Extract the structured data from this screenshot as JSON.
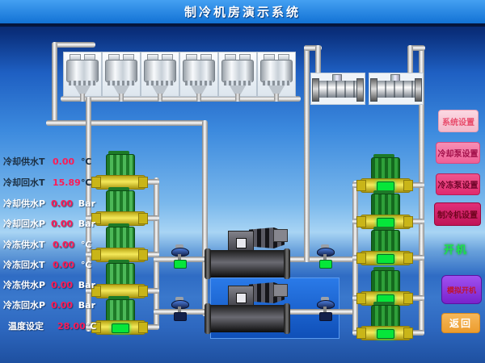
{
  "header": {
    "title": "制冷机房演示系统"
  },
  "readouts": [
    {
      "label": "冷却供水T",
      "value": "0.00",
      "unit": "℃"
    },
    {
      "label": "冷却回水T",
      "value": "15.89",
      "unit": "℃"
    },
    {
      "label": "冷却供水P",
      "value": "0.00",
      "unit": "Bar"
    },
    {
      "label": "冷却回水P",
      "value": "0.00",
      "unit": "Bar"
    },
    {
      "label": "冷冻供水T",
      "value": "0.00",
      "unit": "℃"
    },
    {
      "label": "冷冻回水T",
      "value": "0.00",
      "unit": "℃"
    },
    {
      "label": "冷冻供水P",
      "value": "0.00",
      "unit": "Bar"
    },
    {
      "label": "冷冻回水P",
      "value": "0.00",
      "unit": "Bar"
    },
    {
      "label": "温度设定",
      "value": "28.00",
      "unit": "℃"
    }
  ],
  "buttons": {
    "system_settings": "系统设置",
    "cooling_pump_settings": "冷却泵设置",
    "chilled_pump_settings": "冷冻泵设置",
    "chiller_settings": "制冷机设置",
    "power_on_status": "开机",
    "simulate_start": "模拟开机",
    "back": "返回"
  },
  "equipment": {
    "cooling_towers": 6,
    "heat_exchangers": 2,
    "cooling_pumps": 5,
    "chilled_pumps": 5,
    "chillers": 2
  },
  "colors": {
    "titlebar": "#1b7ee0",
    "value_text": "#ff1a55",
    "btn_system": "#f7c3d3",
    "btn_cooling_pump": "#f272a2",
    "btn_chilled_pump": "#ec3e86",
    "btn_chiller": "#d6256e",
    "btn_simulate": "#8a2be2",
    "btn_back": "#f0a23c",
    "status_on_green": "#06e63a"
  }
}
